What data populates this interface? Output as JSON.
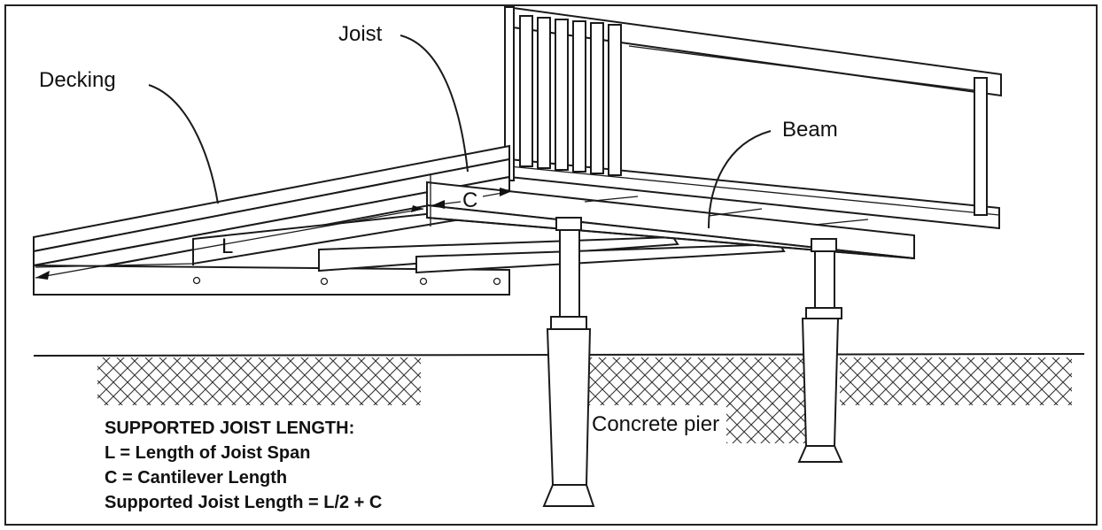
{
  "labels": {
    "decking": "Decking",
    "joist": "Joist",
    "beam": "Beam",
    "concrete_pier": "Concrete pier",
    "span_marker": "L",
    "cantilever_marker": "C"
  },
  "notes": {
    "heading": "SUPPORTED JOIST LENGTH:",
    "line1": "L = Length of Joist Span",
    "line2": "C = Cantilever Length",
    "line3": "Supported Joist Length = L/2 + C"
  }
}
